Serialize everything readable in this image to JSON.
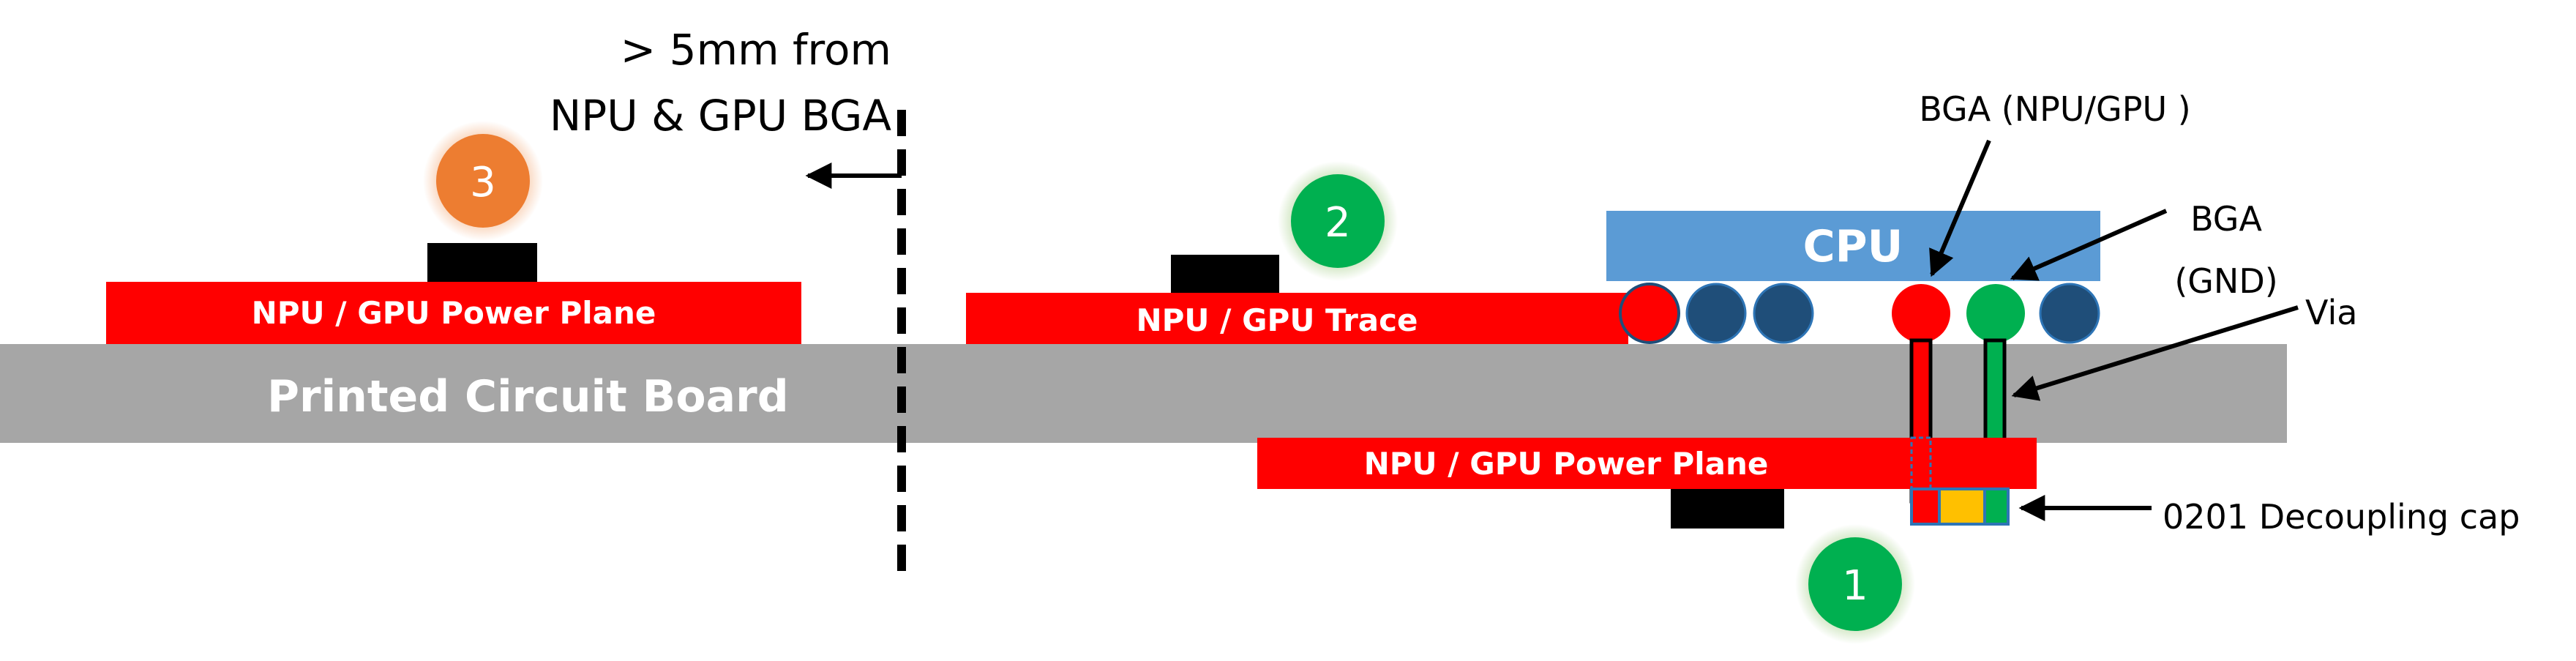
{
  "labels": {
    "distance_line1": "> 5mm from",
    "distance_line2": "NPU & GPU  BGA",
    "bga_npu_gpu": "BGA (NPU/GPU )",
    "bga_gnd_line1": "BGA",
    "bga_gnd_line2": "(GND)",
    "via": "Via",
    "decoupling_cap": "0201 Decoupling cap",
    "cpu": "CPU",
    "pcb": "Printed Circuit Board",
    "power_plane_left": "NPU / GPU Power Plane",
    "trace": "NPU / GPU Trace",
    "power_plane_bottom": "NPU / GPU Power Plane"
  },
  "markers": {
    "m1": "1",
    "m2": "2",
    "m3": "3"
  },
  "colors": {
    "power_red": "#ff0000",
    "pcb_gray": "#a6a6a6",
    "cpu_blue": "#5b9bd5",
    "ball_blue": "#1f4e79",
    "gnd_green": "#00b050",
    "marker_orange": "#ed7d31",
    "cap_yellow": "#ffc000",
    "component_black": "#000000"
  }
}
